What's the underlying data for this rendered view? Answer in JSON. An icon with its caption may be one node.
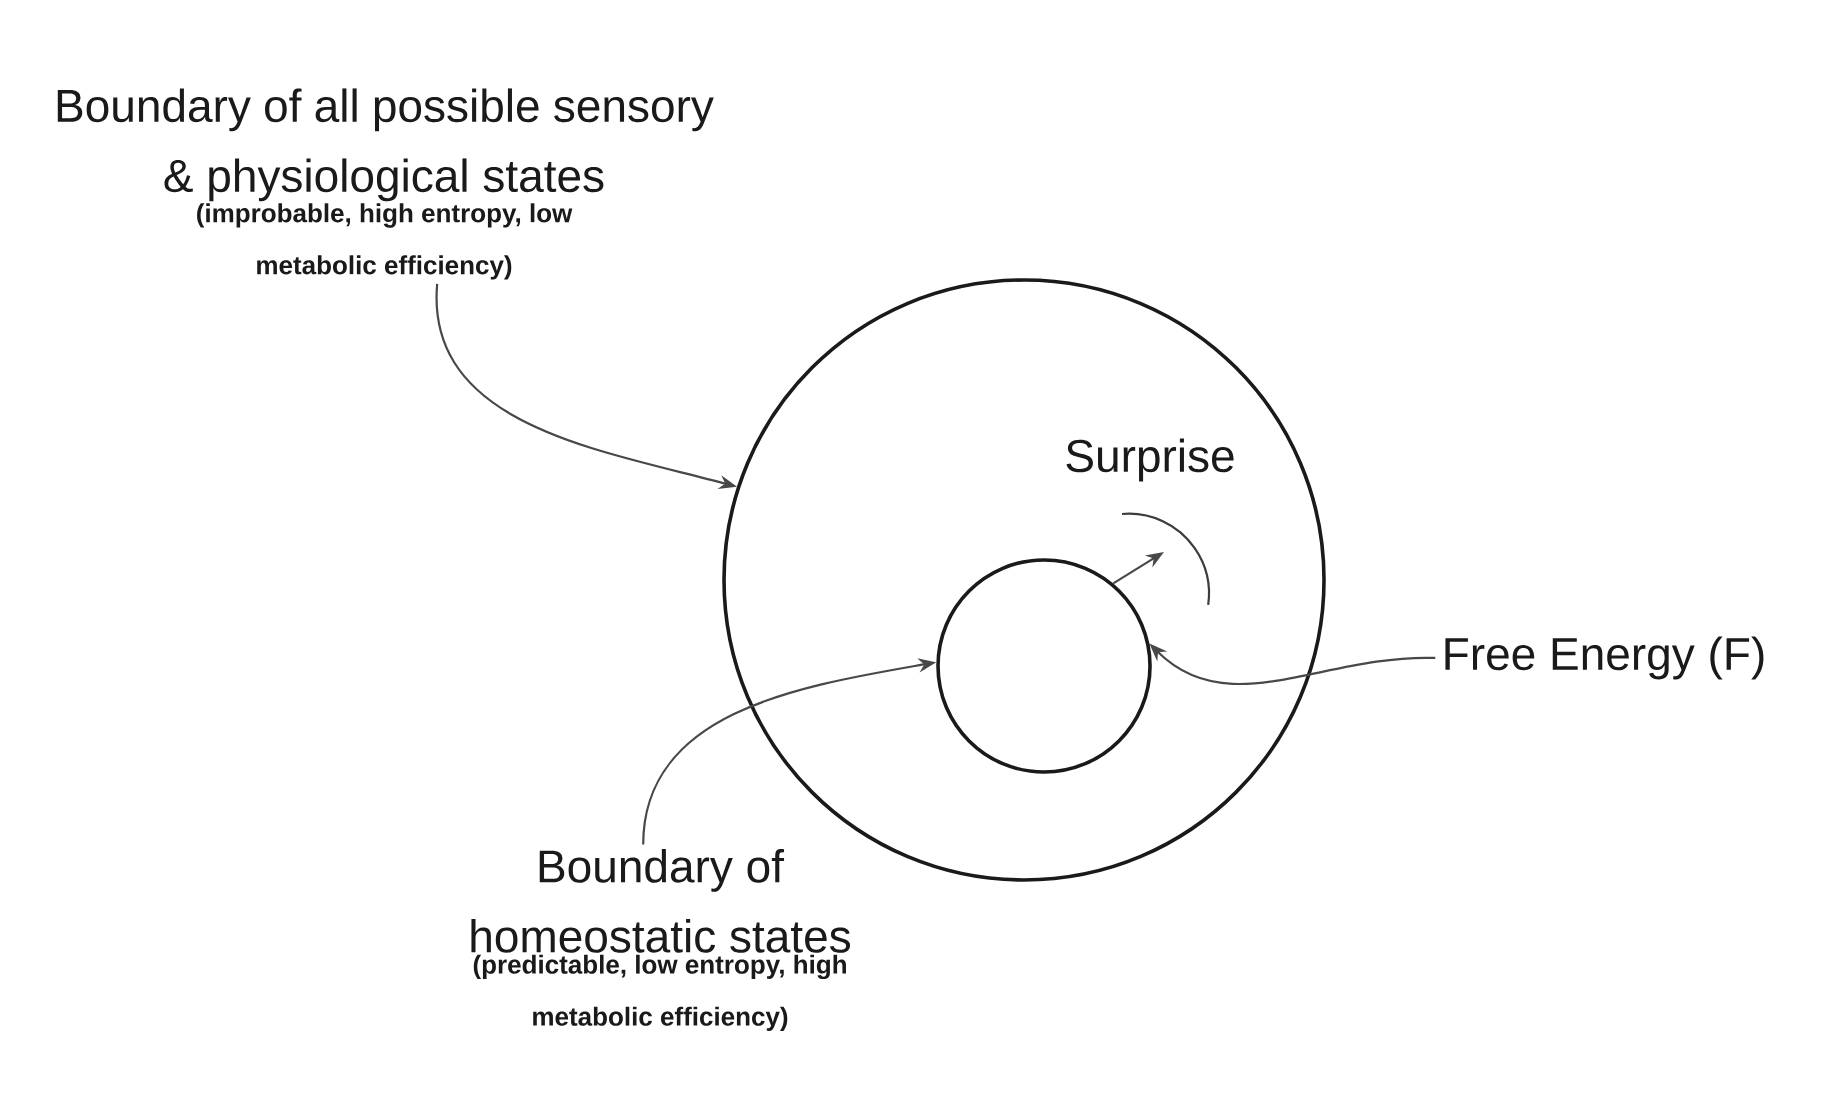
{
  "diagram": {
    "nodes": [
      {
        "text": [
          "Boundary of all possible sensory & physiological states",
          "(improbable, high entropy, low metabolic efficiency)"
        ]
      },
      {
        "text": [],
        "shape": "circle"
      },
      {
        "text": [
          "Surprise"
        ],
        "in": 1
      },
      {
        "text": [],
        "shape": "arc",
        "in": 1
      },
      {
        "text": [],
        "shape": "circle",
        "in": 1
      },
      {
        "text": [
          "Free Energy (F)"
        ]
      },
      {
        "text": [
          "Boundary of homeostatic states",
          "(predictable, low entropy, high metabolic efficiency)"
        ]
      }
    ],
    "edges": [
      {
        "from": 0,
        "to": 1,
        "arrow": "to"
      },
      {
        "from": 4,
        "to": 3,
        "arrow": "to"
      },
      {
        "from": 5,
        "to": 4,
        "arrow": "to"
      },
      {
        "from": 6,
        "to": 4,
        "arrow": "to"
      }
    ]
  }
}
